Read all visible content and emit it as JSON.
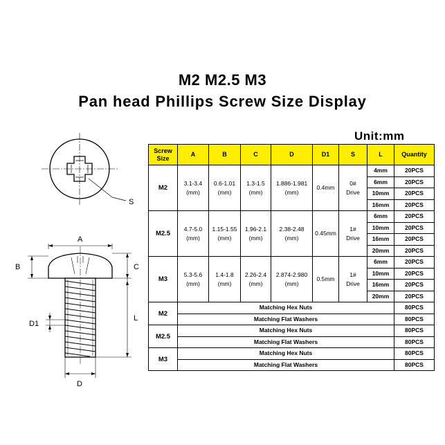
{
  "title": {
    "line1": "M2 M2.5 M3",
    "line2": "Pan head Phillips Screw Size Display"
  },
  "unit_label": "Unit:mm",
  "diagram": {
    "labels": {
      "s": "S",
      "a": "A",
      "b": "B",
      "c": "C",
      "l": "L",
      "d1": "D1",
      "d": "D"
    }
  },
  "table": {
    "headers": {
      "size": "Screw Size",
      "a": "A",
      "b": "B",
      "c": "C",
      "d": "D",
      "d1": "D1",
      "s": "S",
      "l": "L",
      "quantity": "Quantity"
    },
    "screws": [
      {
        "size": "M2",
        "a_range": "3.1-3.4",
        "a_unit": "(mm)",
        "b_range": "0.6-1.01",
        "b_unit": "(mm)",
        "c_range": "1.3-1.5",
        "c_unit": "(mm)",
        "d_range": "1.886-1.981",
        "d_unit": "(mm)",
        "d1": "0.4mm",
        "s_size": "0#",
        "s_drive": "Drive",
        "lengths": [
          {
            "l": "4mm",
            "q": "20PCS"
          },
          {
            "l": "6mm",
            "q": "20PCS"
          },
          {
            "l": "10mm",
            "q": "20PCS"
          },
          {
            "l": "16mm",
            "q": "20PCS"
          }
        ]
      },
      {
        "size": "M2.5",
        "a_range": "4.7-5.0",
        "a_unit": "(mm)",
        "b_range": "1.15-1.55",
        "b_unit": "(mm)",
        "c_range": "1.96-2.1",
        "c_unit": "(mm)",
        "d_range": "2.38-2.48",
        "d_unit": "(mm)",
        "d1": "0.45mm",
        "s_size": "1#",
        "s_drive": "Drive",
        "lengths": [
          {
            "l": "6mm",
            "q": "20PCS"
          },
          {
            "l": "10mm",
            "q": "20PCS"
          },
          {
            "l": "16mm",
            "q": "20PCS"
          },
          {
            "l": "20mm",
            "q": "20PCS"
          }
        ]
      },
      {
        "size": "M3",
        "a_range": "5.3-5.6",
        "a_unit": "(mm)",
        "b_range": "1.4-1.8",
        "b_unit": "(mm)",
        "c_range": "2.26-2.4",
        "c_unit": "(mm)",
        "d_range": "2.874-2.980",
        "d_unit": "(mm)",
        "d1": "0.5mm",
        "s_size": "1#",
        "s_drive": "Drive",
        "lengths": [
          {
            "l": "6mm",
            "q": "20PCS"
          },
          {
            "l": "10mm",
            "q": "20PCS"
          },
          {
            "l": "16mm",
            "q": "20PCS"
          },
          {
            "l": "20mm",
            "q": "20PCS"
          }
        ]
      }
    ],
    "accessories": [
      {
        "size": "M2",
        "items": [
          {
            "name": "Matching Hex Nuts",
            "q": "80PCS"
          },
          {
            "name": "Matching Flat Washers",
            "q": "80PCS"
          }
        ]
      },
      {
        "size": "M2.5",
        "items": [
          {
            "name": "Matching Hex Nuts",
            "q": "80PCS"
          },
          {
            "name": "Matching Flat Washers",
            "q": "80PCS"
          }
        ]
      },
      {
        "size": "M3",
        "items": [
          {
            "name": "Matching Hex Nuts",
            "q": "80PCS"
          },
          {
            "name": "Matching Flat Washers",
            "q": "80PCS"
          }
        ]
      }
    ]
  }
}
